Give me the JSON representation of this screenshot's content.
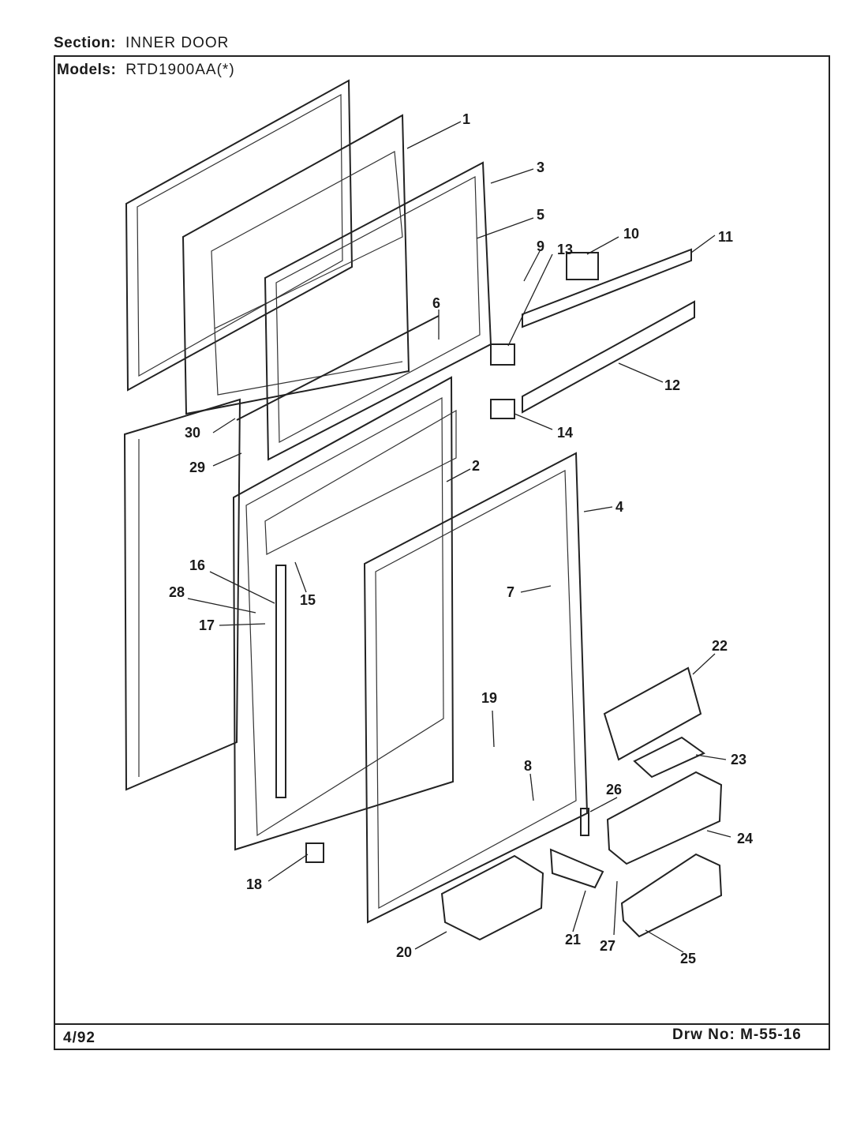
{
  "header": {
    "section_label": "Section:",
    "section_value": "INNER DOOR",
    "models_label": "Models:",
    "models_value": "RTD1900AA(*)"
  },
  "footer": {
    "date": "4/92",
    "drawing_number": "Drw No: M-55-16"
  },
  "callouts": [
    "1",
    "2",
    "3",
    "4",
    "5",
    "6",
    "7",
    "8",
    "9",
    "10",
    "11",
    "12",
    "13",
    "14",
    "15",
    "16",
    "17",
    "18",
    "19",
    "20",
    "21",
    "22",
    "23",
    "24",
    "25",
    "26",
    "27",
    "28",
    "29",
    "30"
  ]
}
